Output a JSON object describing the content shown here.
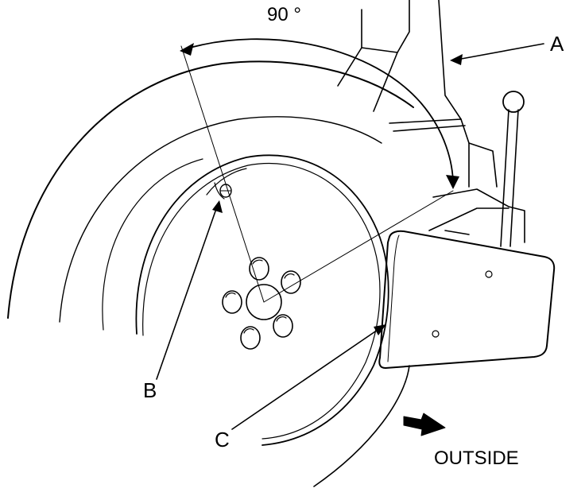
{
  "diagram": {
    "angle_label": "90 °",
    "callout_a": "A",
    "callout_b": "B",
    "callout_c": "C",
    "direction_label": "OUTSIDE",
    "line_color": "#000000",
    "background_color": "#ffffff"
  }
}
